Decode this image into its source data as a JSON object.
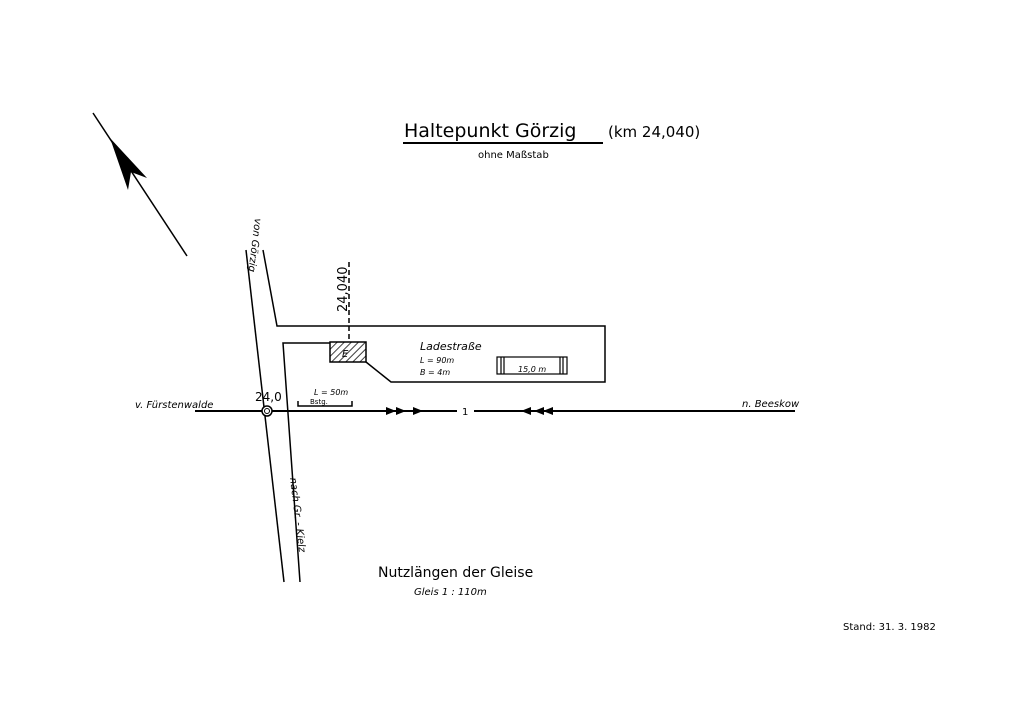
{
  "title": "Haltepunkt Görzig",
  "km": "(km 24,040)",
  "scale_note": "ohne Maßstab",
  "road_top_label": "von Görzig",
  "road_bottom_label": "nach Gr. - Kielz",
  "km_marker": "24,040",
  "building_label": "E",
  "loading_road": {
    "name": "Ladestraße",
    "length": "L = 90m",
    "width": "B = 4m",
    "ramp": "15,0 m"
  },
  "platform": {
    "length": "L = 50m",
    "label": "Bstg."
  },
  "km_station": "24,0",
  "track_number": "1",
  "left_direction": "v. Fürstenwalde",
  "right_direction": "n. Beeskow",
  "usable_lengths_title": "Nutzlängen der Gleise",
  "track_length": "Gleis 1 : 110m",
  "date": "Stand: 31. 3. 1982"
}
